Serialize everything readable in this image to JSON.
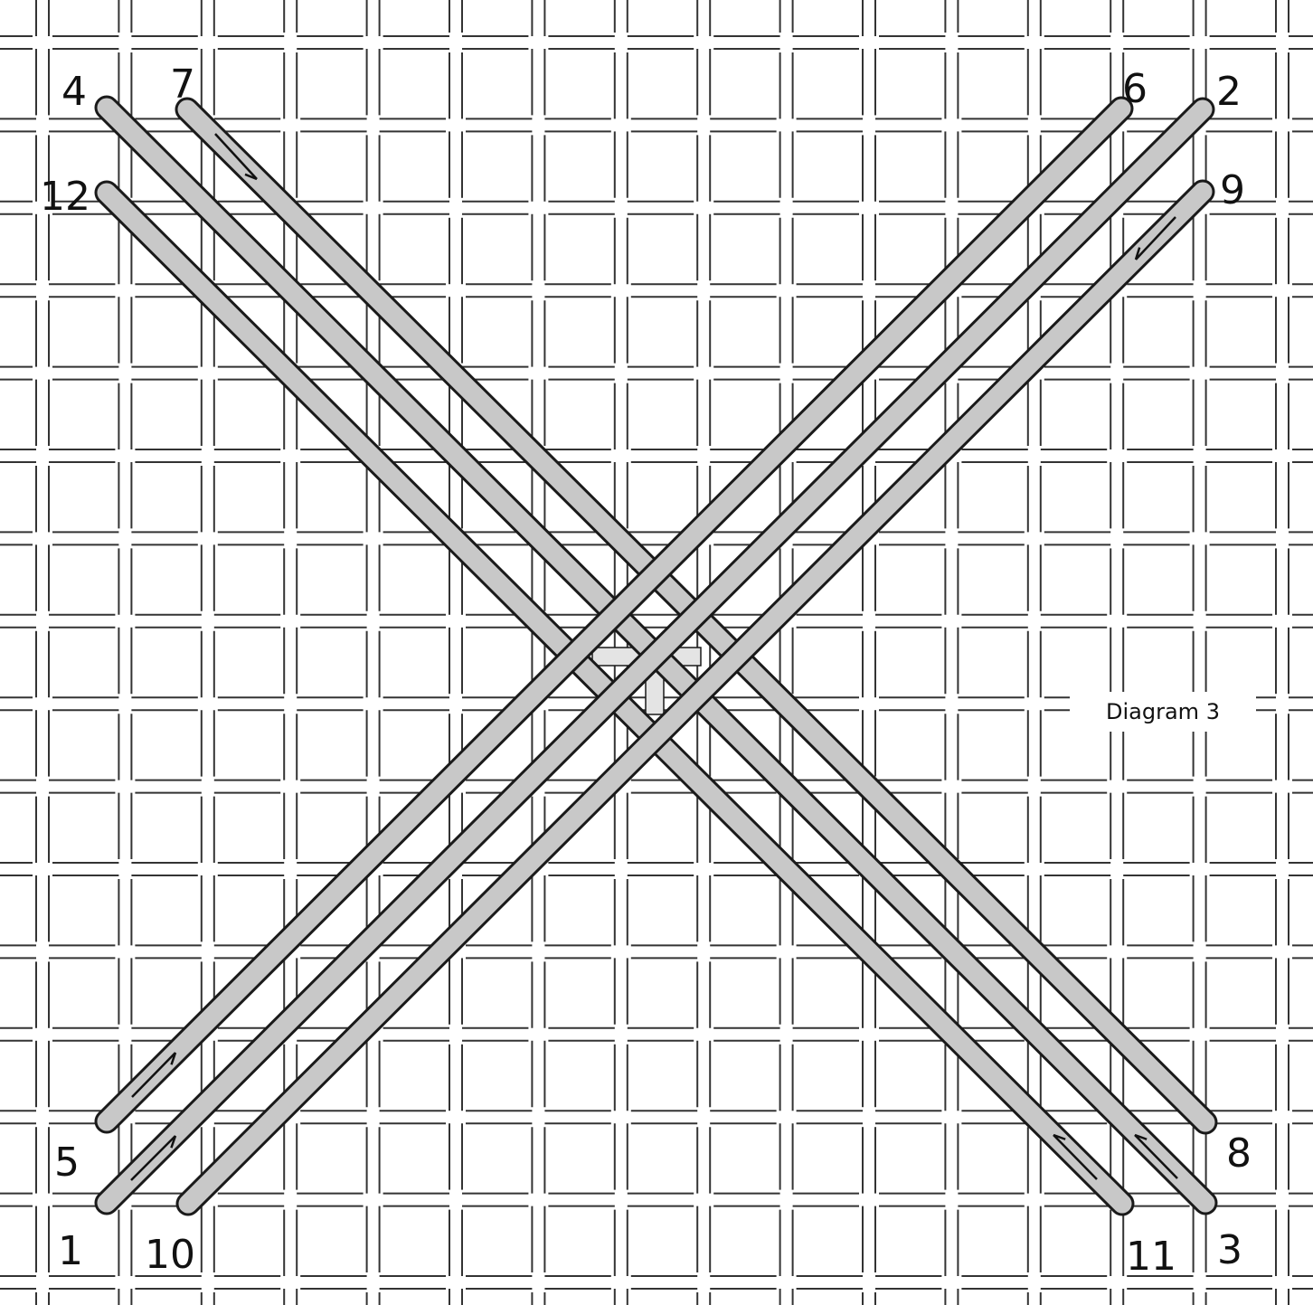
{
  "diagram": {
    "caption": "Diagram 3",
    "colors": {
      "background": "#ffffff",
      "canvas_thread": "#333333",
      "stitch_fill": "#c8c8c8",
      "stitch_outline": "#1a1a1a",
      "center_fill": "#e4e4e4"
    },
    "labels": [
      {
        "id": "4",
        "text": "4"
      },
      {
        "id": "7",
        "text": "7"
      },
      {
        "id": "12",
        "text": "12"
      },
      {
        "id": "6",
        "text": "6"
      },
      {
        "id": "2",
        "text": "2"
      },
      {
        "id": "9",
        "text": "9"
      },
      {
        "id": "5",
        "text": "5"
      },
      {
        "id": "1",
        "text": "1"
      },
      {
        "id": "10",
        "text": "10"
      },
      {
        "id": "8",
        "text": "8"
      },
      {
        "id": "11",
        "text": "11"
      },
      {
        "id": "3",
        "text": "3"
      }
    ]
  }
}
